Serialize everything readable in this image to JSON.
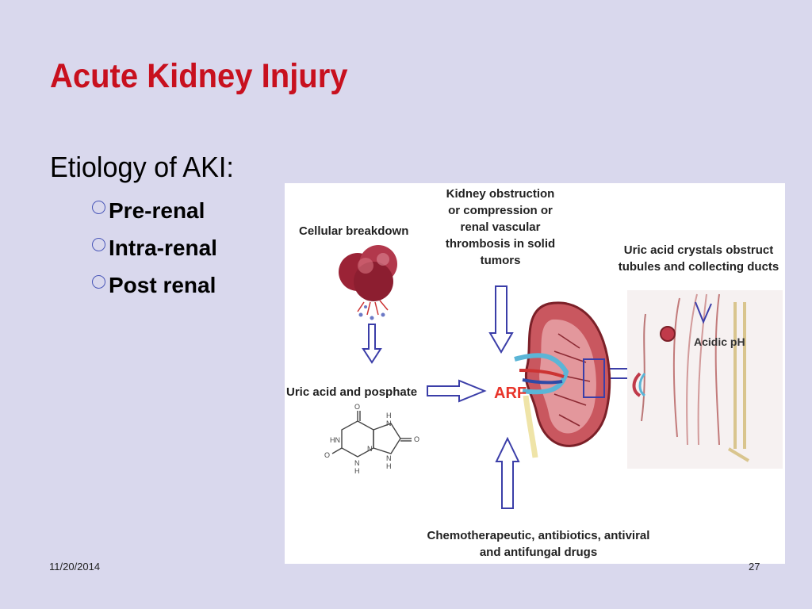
{
  "slide": {
    "title": "Acute Kidney Injury",
    "subtitle": "Etiology of AKI:",
    "bullets": [
      "Pre-renal",
      "Intra-renal",
      "Post renal"
    ],
    "date": "11/20/2014",
    "page": "27"
  },
  "figure": {
    "cellular_breakdown": "Cellular breakdown",
    "kidney_obstruction": [
      "Kidney obstruction",
      "or compression or",
      "renal vascular",
      "thrombosis in solid",
      "tumors"
    ],
    "uric_crystals": [
      "Uric acid crystals obstruct",
      "tubules and collecting ducts"
    ],
    "uric_acid_phosphate": "Uric acid and posphate",
    "arf": "ARF",
    "acidic_ph": "Acidic pH",
    "drugs": [
      "Chemotherapeutic, antibiotics, antiviral",
      "and antifungal drugs"
    ],
    "molecule_atoms": [
      "O",
      "H",
      "N",
      "HN",
      "N",
      "O",
      "O",
      "N",
      "N",
      "H",
      "H"
    ]
  },
  "colors": {
    "title": "#c8101e",
    "background": "#d9d8ed",
    "arrow": "#3b3ea8",
    "arf": "#e8342a"
  }
}
